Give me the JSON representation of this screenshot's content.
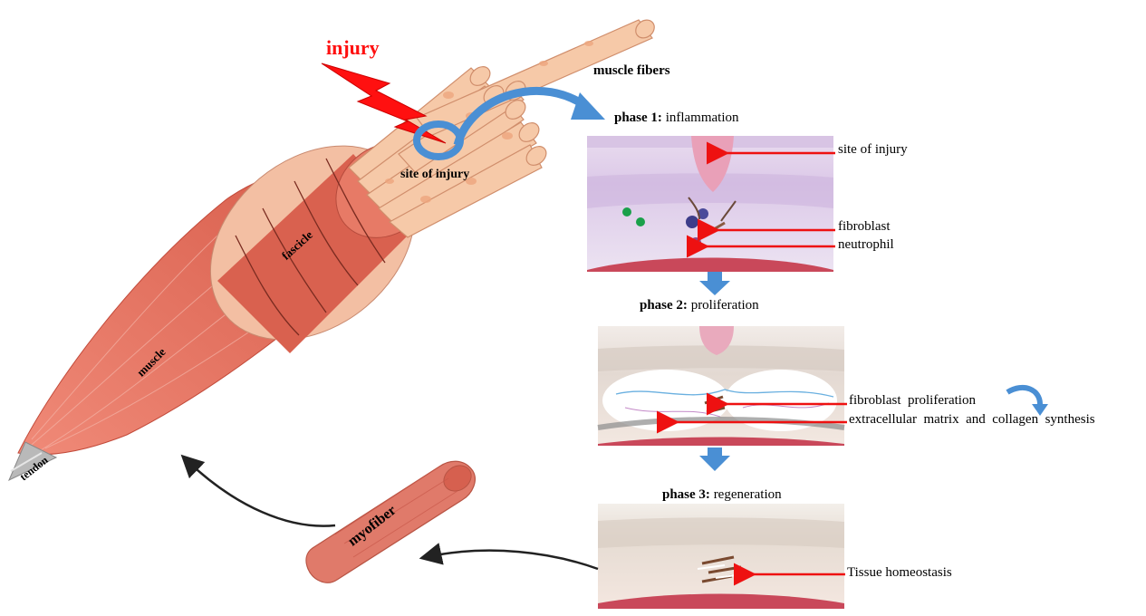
{
  "labels": {
    "injury": "injury",
    "muscle_fibers": "muscle fibers",
    "site_of_injury": "site of injury",
    "fascicle": "fascicle",
    "muscle": "muscle",
    "tendon": "tendon",
    "myofiber": "myofiber"
  },
  "phases": [
    {
      "prefix": "phase 1:",
      "name": "inflammation"
    },
    {
      "prefix": "phase 2:",
      "name": "proliferation"
    },
    {
      "prefix": "phase 3:",
      "name": "regeneration"
    }
  ],
  "annotations": {
    "site_of_injury": "site of injury",
    "fibroblast": "fibroblast",
    "neutrophil": "neutrophil",
    "fibroblast_proliferation": "fibroblast  proliferation",
    "ecm_synthesis": "extracellular  matrix  and  collagen  synthesis",
    "tissue_homeostasis": "Tissue homeostasis"
  },
  "colors": {
    "muscle": "#e57363",
    "muscle_dark": "#c9503f",
    "fiber": "#f6c9a8",
    "fascicle_sheath": "#f3bfa3",
    "injury": "#ff1010",
    "flow_arrow": "#4a8fd4",
    "pointer": "#ee1111",
    "phase1_bg": "#e9def0",
    "phase2_bg": "#efe7e1",
    "phase3_bg": "#f2e4dc"
  }
}
